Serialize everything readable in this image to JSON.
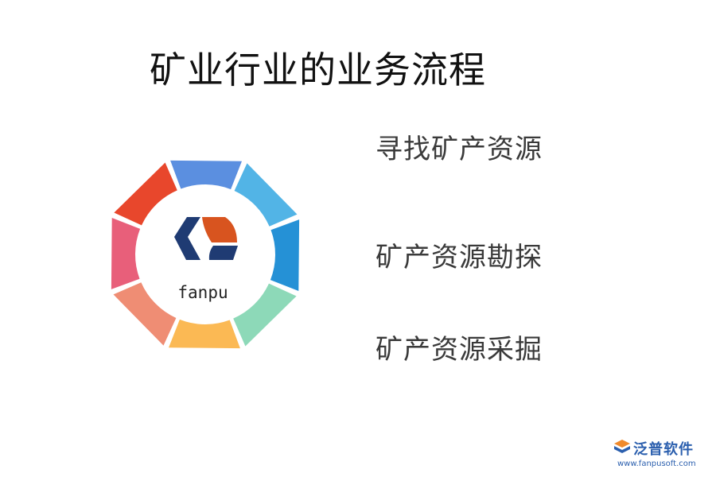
{
  "title": "矿业行业的业务流程",
  "logo": {
    "text": "fanpu",
    "ring_colors": [
      "#5b8fe0",
      "#52b4e6",
      "#2591d6",
      "#8dd9b8",
      "#fbb954",
      "#ef8d74",
      "#e85f7a",
      "#e8472c"
    ],
    "mark_colors": {
      "navy": "#1f3b73",
      "orange": "#d8541f"
    }
  },
  "steps": [
    {
      "label": "寻找矿产资源"
    },
    {
      "label": "矿产资源勘探"
    },
    {
      "label": "矿产资源采掘"
    }
  ],
  "brand": {
    "name": "泛普软件",
    "url": "www.fanpusoft.com",
    "icon": "fanpu-brand-icon"
  }
}
